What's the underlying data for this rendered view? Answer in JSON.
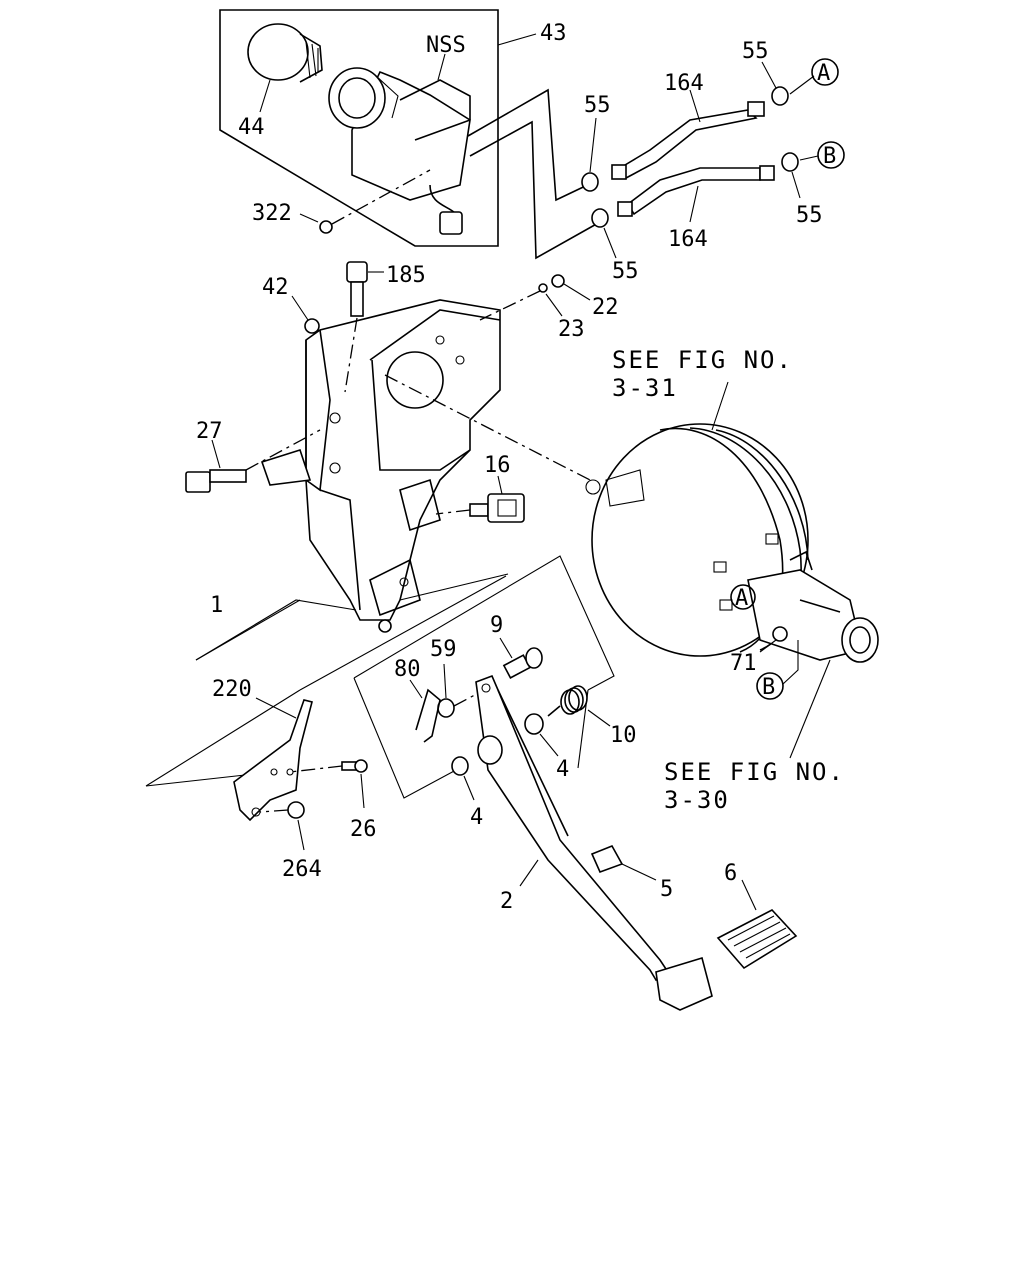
{
  "labels": {
    "p43": "43",
    "nss": "NSS",
    "p44": "44",
    "p322": "322",
    "p55a": "55",
    "p55b": "55",
    "p55c": "55",
    "p55d": "55",
    "p164a": "164",
    "p164b": "164",
    "callout_a1": "A",
    "callout_b1": "B",
    "callout_a2": "A",
    "callout_b2": "B",
    "p185": "185",
    "p42": "42",
    "p22": "22",
    "p23": "23",
    "p27": "27",
    "p16": "16",
    "p1": "1",
    "p220": "220",
    "p9": "9",
    "p59": "59",
    "p80": "80",
    "p10": "10",
    "p4a": "4",
    "p4b": "4",
    "p26": "26",
    "p264": "264",
    "p71": "71",
    "p2": "2",
    "p5": "5",
    "p6": "6"
  },
  "notes": {
    "fig331_line1": "SEE FIG NO.",
    "fig331_line2": "3-31",
    "fig330_line1": "SEE FIG NO.",
    "fig330_line2": "3-30"
  }
}
